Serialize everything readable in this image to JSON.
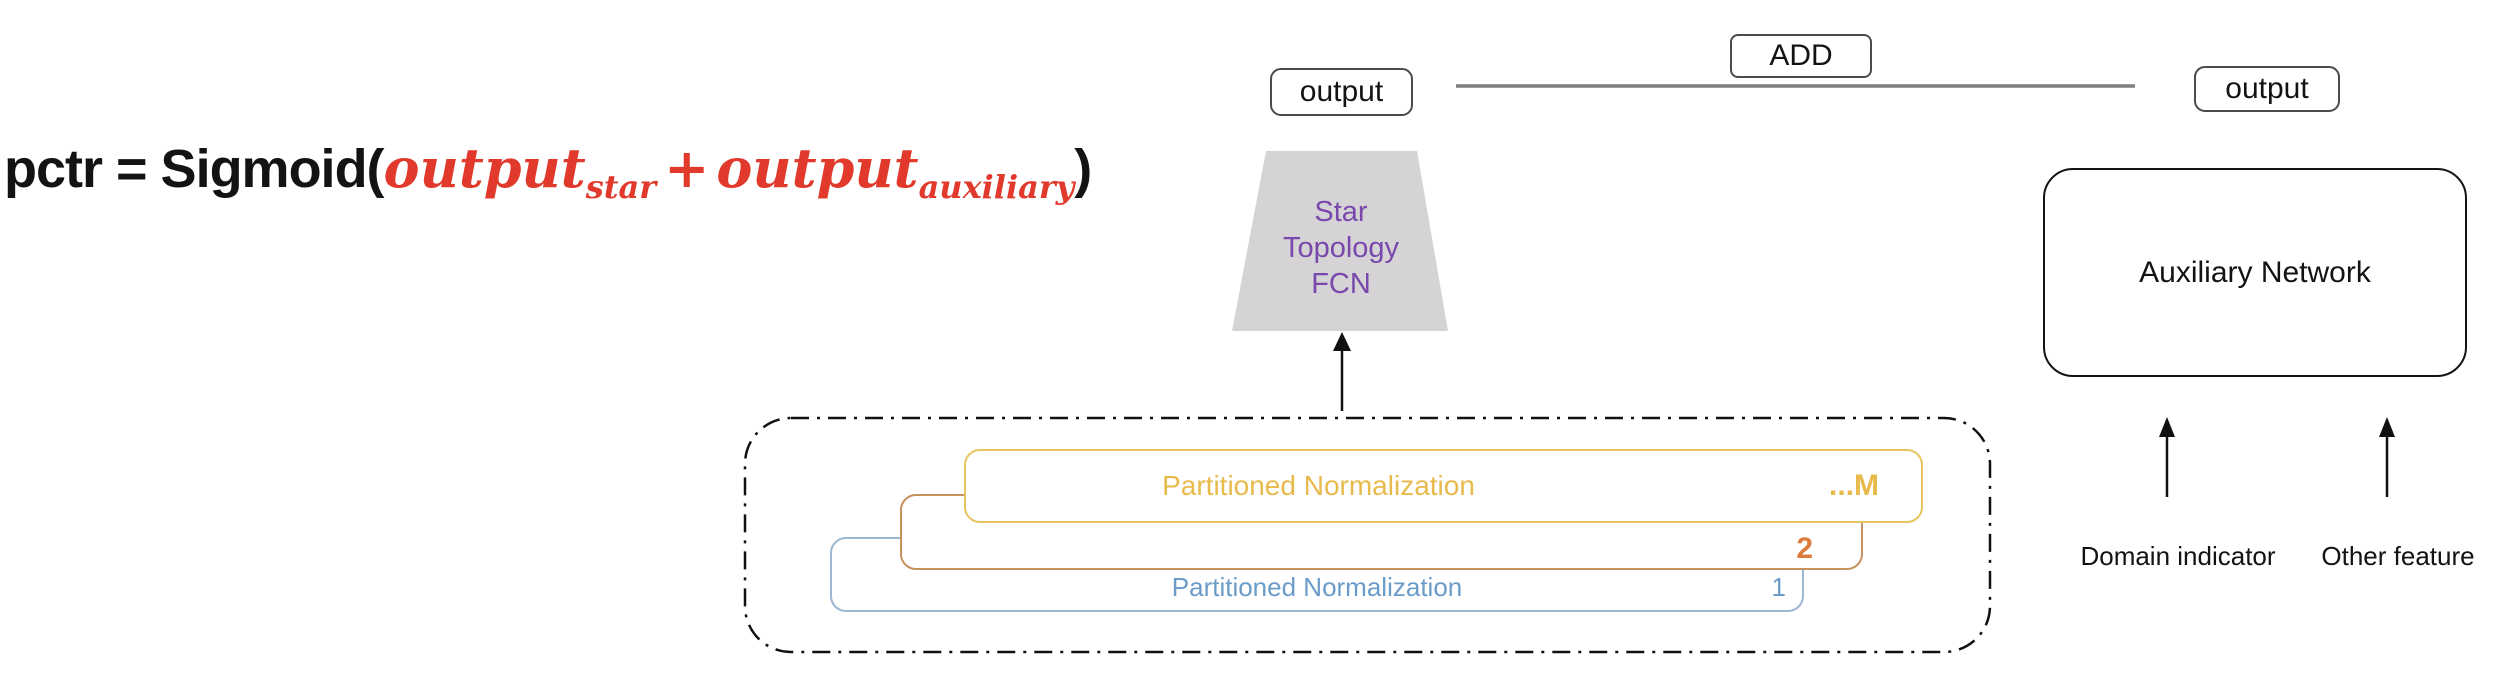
{
  "formula": {
    "prefix": "pctr = Sigmoid(",
    "term1": "output",
    "term1_sub": "star",
    "plus": "+",
    "term2": "output",
    "term2_sub": "auxiliary",
    "suffix": ")"
  },
  "star_branch": {
    "output_label": "output",
    "fcn_lines": [
      "Star",
      "Topology",
      "FCN"
    ]
  },
  "add_box": {
    "label": "ADD"
  },
  "auxiliary_branch": {
    "output_label": "output",
    "box_label": "Auxiliary Network",
    "input1": "Domain indicator",
    "input2": "Other feature"
  },
  "partitioned_normalization": {
    "layer_m": {
      "label": "Partitioned Normalization",
      "index": "...M"
    },
    "layer_2": {
      "index": "2"
    },
    "layer_1": {
      "label": "Partitioned Normalization",
      "index": "1"
    }
  },
  "colors": {
    "formula_red": "#e13a2c",
    "fcn_purple": "#7848ac",
    "trapezoid_gray": "#d5d3d6",
    "pn_m_gold": "#e7ba4b",
    "pn_m_border": "#e7c45f",
    "pn_2_orange": "#dd7b3c",
    "pn_2_border": "#c6905f",
    "pn_1_blue": "#6b9cc9",
    "pn_1_border": "#9cb7d3",
    "connector_gray": "#7f7f7f",
    "box_border_dark": "#4b4b4b"
  }
}
